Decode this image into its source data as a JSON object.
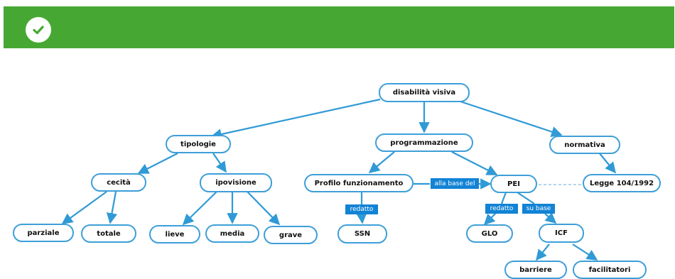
{
  "header": {
    "check_icon": "check-circle-icon",
    "color": "#46a833"
  },
  "diagram": {
    "root": "disabilità visiva",
    "tipologie": "tipologie",
    "programmazione": "programmazione",
    "normativa": "normativa",
    "cecita": "cecità",
    "ipovisione": "ipovisione",
    "parziale": "parziale",
    "totale": "totale",
    "lieve": "lieve",
    "media": "media",
    "grave": "grave",
    "profilo": "Profilo funzionamento",
    "pei": "PEI",
    "legge": "Legge 104/1992",
    "ssn": "SSN",
    "glo": "GLO",
    "icf": "ICF",
    "barriere": "barriere",
    "facilitatori": "facilitatori",
    "link_redatto_1": "redatto",
    "link_alla_base": "alla base del",
    "link_redatto_2": "redatto",
    "link_su_base": "su base"
  },
  "colors": {
    "node_border": "#3d9fd9",
    "link_tag": "#1283d5",
    "arrow": "#2f9ad6"
  }
}
